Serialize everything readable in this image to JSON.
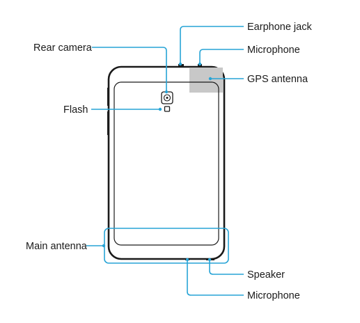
{
  "labels": {
    "earphone_jack": "Earphone jack",
    "microphone_top": "Microphone",
    "gps_antenna": "GPS antenna",
    "rear_camera": "Rear camera",
    "flash": "Flash",
    "main_antenna": "Main antenna",
    "speaker": "Speaker",
    "microphone_bottom": "Microphone"
  },
  "colors": {
    "callout": "#27a4d6",
    "device_outline": "#1a1a1a",
    "gps_region": "#c8c8c8"
  }
}
